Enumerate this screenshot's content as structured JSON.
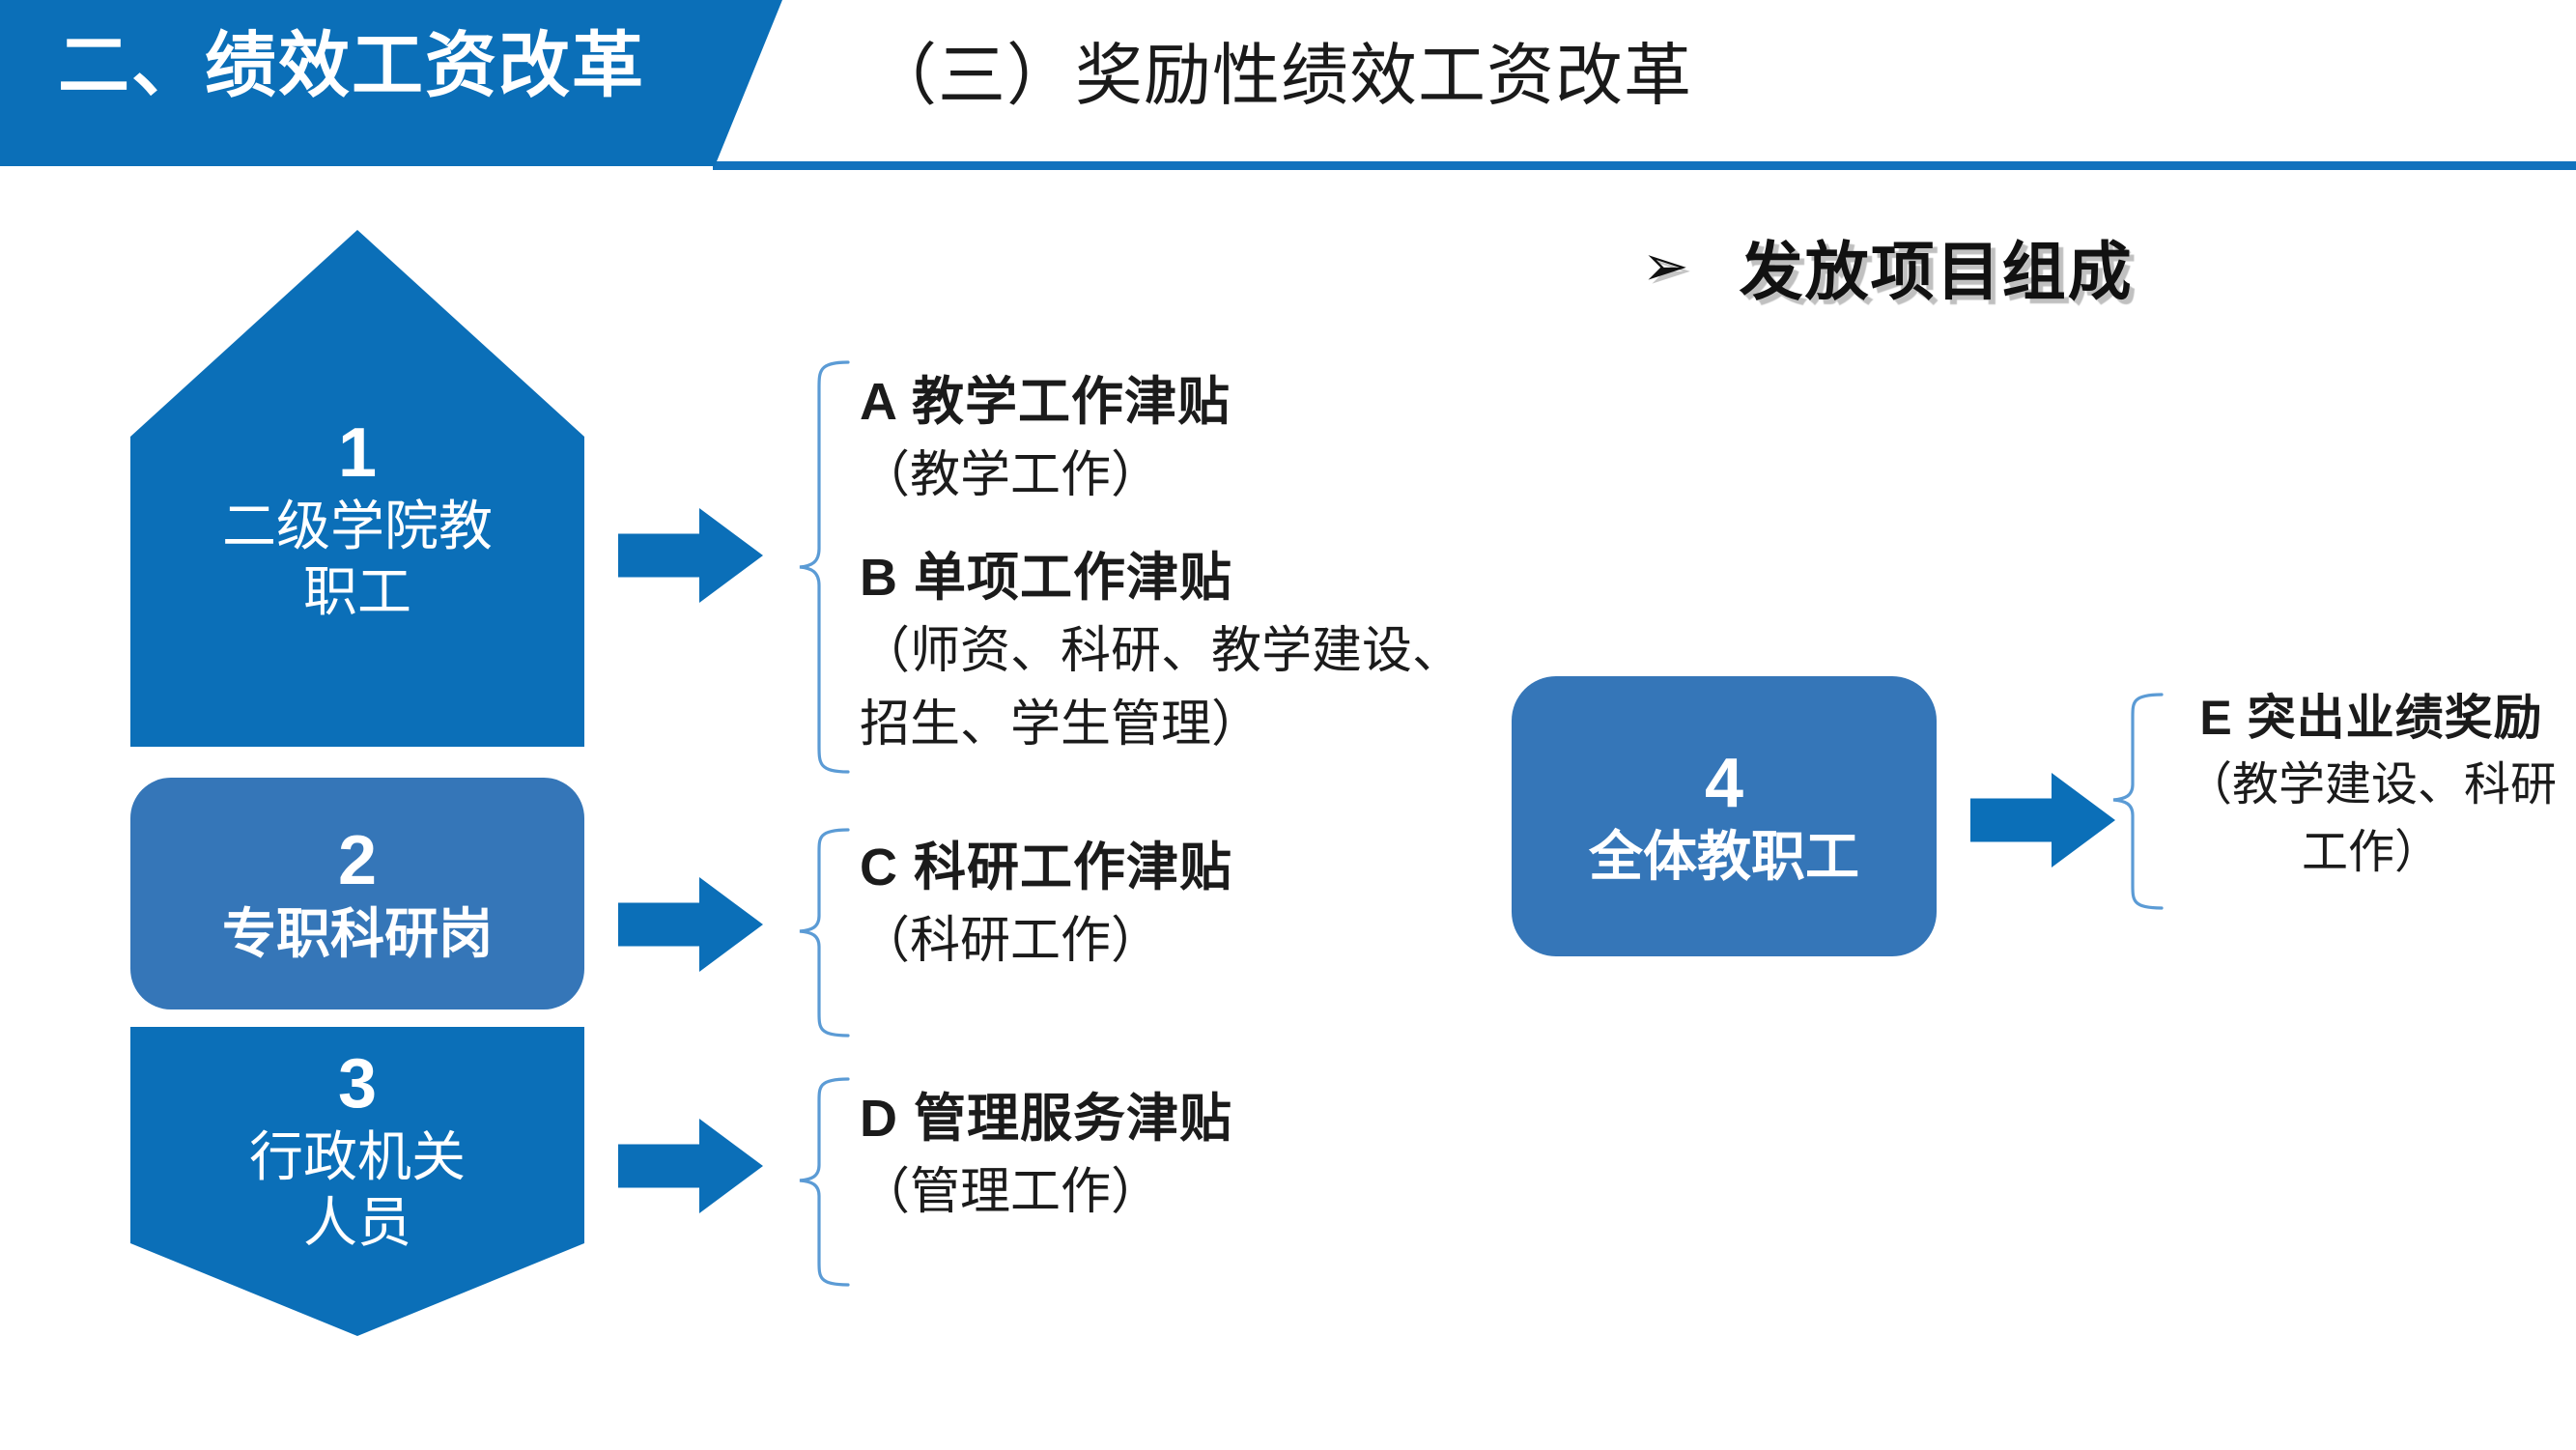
{
  "theme": {
    "brand_strong": "#0B6FB8",
    "brand_muted": "#3576B8",
    "rule_blue": "#1272BD",
    "brace_blue": "#5B9BD5",
    "text_dark": "#1B1B1B",
    "on_brand_text": "#FFFFFF",
    "background": "#FFFFFF"
  },
  "header": {
    "title": "二、绩效工资改革",
    "subtitle": "（三）奖励性绩效工资改革"
  },
  "section": {
    "bullet_glyph": "➢",
    "heading": "发放项目组成"
  },
  "stages": [
    {
      "number": "1",
      "label": "二级学院教\n职工",
      "shape": "pentagon-up",
      "color": "#0B6FB8",
      "bold": false
    },
    {
      "number": "2",
      "label": "专职科研岗",
      "shape": "rounded-rect",
      "color": "#3576B8",
      "bold": true
    },
    {
      "number": "3",
      "label": "行政机关\n人员",
      "shape": "pentagon-down",
      "color": "#0B6FB8",
      "bold": false
    },
    {
      "number": "4",
      "label": "全体教职工",
      "shape": "rounded-rect",
      "color": "#3576B8",
      "bold": true
    }
  ],
  "items": [
    {
      "key": "A",
      "title": "A  教学工作津贴",
      "sub": "（教学工作）"
    },
    {
      "key": "B",
      "title": "B  单项工作津贴",
      "sub": "（师资、科研、教学建设、招生、学生管理）"
    },
    {
      "key": "C",
      "title": "C  科研工作津贴",
      "sub": "（科研工作）"
    },
    {
      "key": "D",
      "title": "D 管理服务津贴",
      "sub": "（管理工作）"
    },
    {
      "key": "E",
      "title": "E 突出业绩奖励",
      "sub": "（教学建设、科研工作）"
    }
  ],
  "arrows": [
    {
      "name": "arrow-stage1-to-ab",
      "direction": "right"
    },
    {
      "name": "arrow-stage2-to-c",
      "direction": "right"
    },
    {
      "name": "arrow-stage3-to-d",
      "direction": "right"
    },
    {
      "name": "arrow-stage4-to-e",
      "direction": "right"
    }
  ]
}
